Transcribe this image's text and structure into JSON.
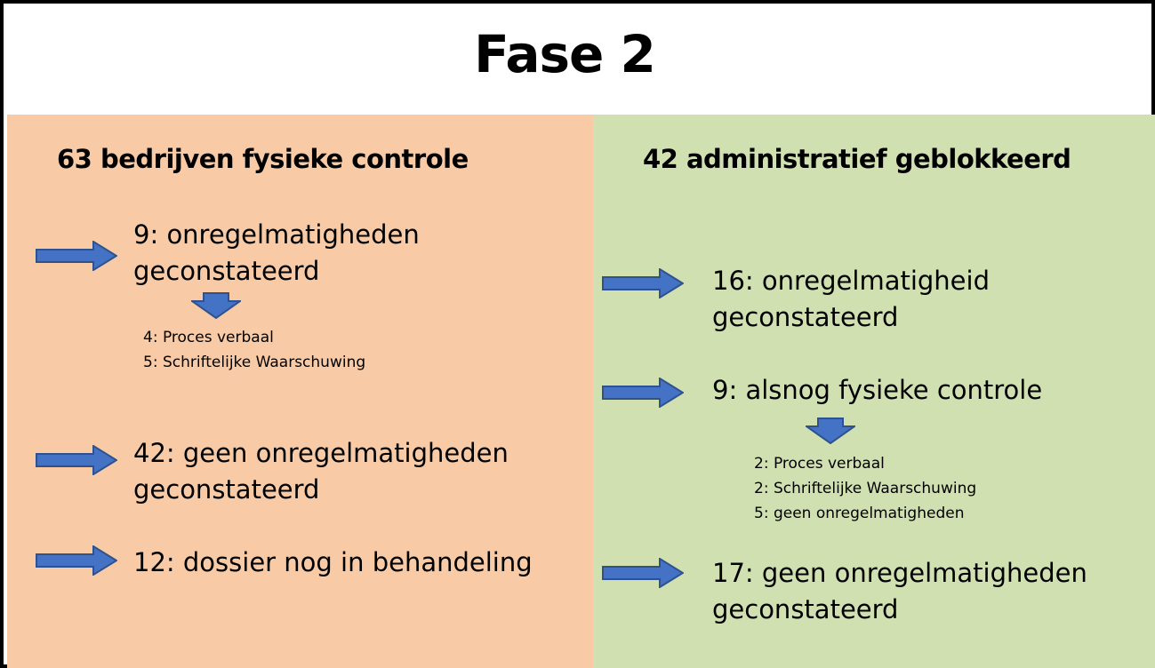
{
  "title": "Fase 2",
  "colors": {
    "left_panel": "#f8cba6",
    "right_panel": "#d0e0b0",
    "arrow_fill": "#4472c4",
    "arrow_stroke": "#2f528f"
  },
  "left": {
    "heading": "63 bedrijven fysieke controle",
    "items": [
      {
        "line1": "9: onregelmatigheden",
        "line2": "geconstateerd"
      },
      {
        "line1": "42: geen onregelmatigheden",
        "line2": "geconstateerd"
      },
      {
        "line1": "12: dossier nog in behandeling"
      }
    ],
    "sub": [
      "4: Proces verbaal",
      "5: Schriftelijke Waarschuwing"
    ]
  },
  "right": {
    "heading": "42 administratief geblokkeerd",
    "items": [
      {
        "line1": "16: onregelmatigheid",
        "line2": "geconstateerd"
      },
      {
        "line1": "9: alsnog fysieke controle"
      },
      {
        "line1": "17: geen onregelmatigheden",
        "line2": "geconstateerd"
      }
    ],
    "sub": [
      "2: Proces verbaal",
      "2: Schriftelijke Waarschuwing",
      "5: geen onregelmatigheden"
    ]
  }
}
